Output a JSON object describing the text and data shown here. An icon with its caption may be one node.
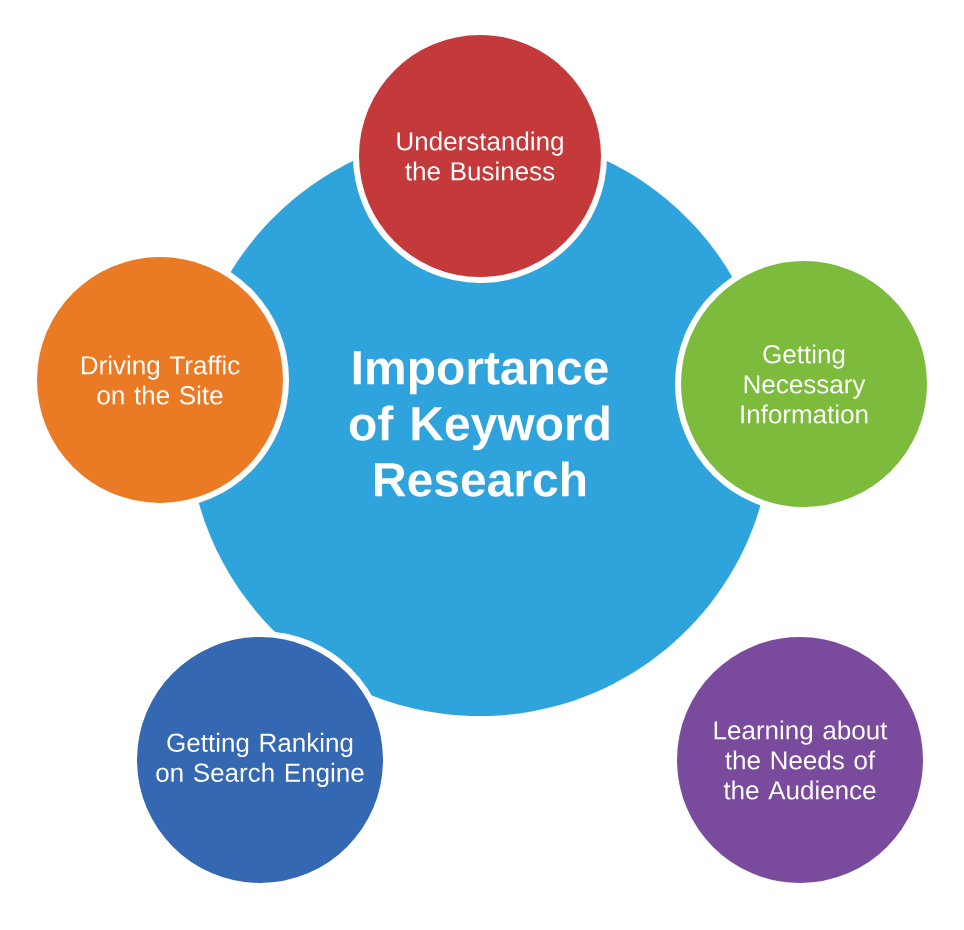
{
  "diagram": {
    "nodes": [
      {
        "text": [
          "Importance of Keyword Research"
        ]
      },
      {
        "text": [
          "Understanding the Business"
        ]
      },
      {
        "text": [
          "Getting Necessary Information"
        ]
      },
      {
        "text": [
          "Learning about the Needs of the Audience"
        ]
      },
      {
        "text": [
          "Getting Ranking on Search Engine"
        ]
      },
      {
        "text": [
          "Driving Traffic on the Site"
        ]
      }
    ]
  }
}
